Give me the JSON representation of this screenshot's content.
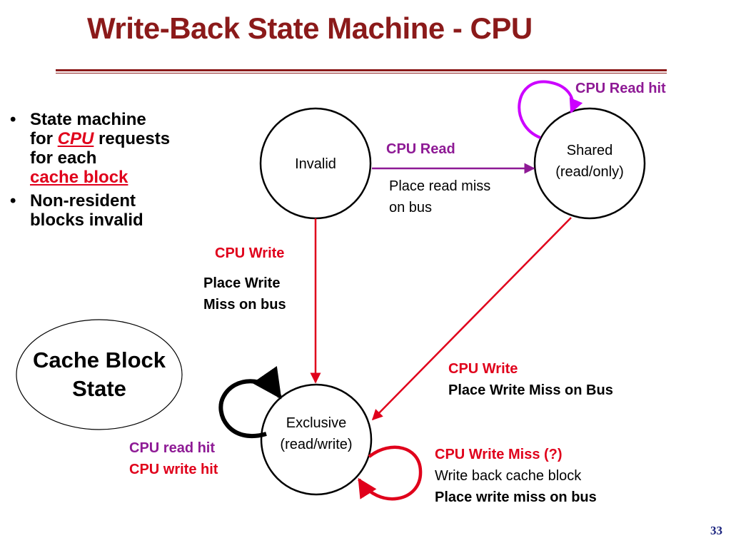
{
  "slide": {
    "title": "Write-Back State Machine - CPU",
    "page_number": "33"
  },
  "bullets": {
    "b1_part1": "State machine",
    "b1_part2": "for ",
    "b1_cpu": "CPU",
    "b1_part3": " requests",
    "b1_part4": "for each",
    "b1_cache_block": "cache block",
    "b2_line1": "Non-resident",
    "b2_line2": "blocks invalid"
  },
  "states": {
    "invalid": "Invalid",
    "shared_line1": "Shared",
    "shared_line2": "(read/only)",
    "exclusive_line1": "Exclusive",
    "exclusive_line2": "(read/write)"
  },
  "legend": {
    "line1": "Cache Block",
    "line2": "State"
  },
  "transitions": {
    "shared_self": "CPU Read hit",
    "invalid_to_shared_event": "CPU Read",
    "invalid_to_shared_action_1": "Place read miss",
    "invalid_to_shared_action_2": "on bus",
    "invalid_to_exclusive_event": "CPU Write",
    "invalid_to_exclusive_action_1": "Place Write",
    "invalid_to_exclusive_action_2": "Miss on bus",
    "shared_to_exclusive_event": "CPU Write",
    "shared_to_exclusive_action": "Place Write Miss on Bus",
    "exclusive_self_left_1": "CPU read hit",
    "exclusive_self_left_2": "CPU write hit",
    "exclusive_self_right_event": "CPU Write Miss (?)",
    "exclusive_self_right_action_1": "Write back cache block",
    "exclusive_self_right_action_2": "Place write miss on bus"
  },
  "colors": {
    "title": "#8b1a1a",
    "red": "#e0001b",
    "purple": "#8e1a95",
    "magenta": "#cc00ff",
    "black": "#000000",
    "page_number": "#1a237e"
  }
}
